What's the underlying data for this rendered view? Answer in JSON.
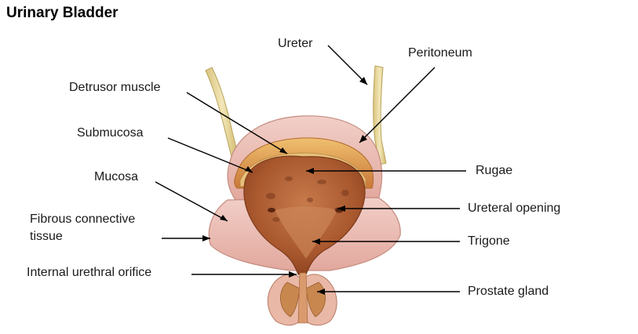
{
  "title": "Urinary Bladder",
  "labels": {
    "ureter": "Ureter",
    "peritoneum": "Peritoneum",
    "detrusor": "Detrusor muscle",
    "submucosa": "Submucosa",
    "mucosa": "Mucosa",
    "fibrous_line1": "Fibrous connective",
    "fibrous_line2": "tissue",
    "internal_urethral": "Internal urethral orifice",
    "rugae": "Rugae",
    "ureteral_opening": "Ureteral opening",
    "trigone": "Trigone",
    "prostate": "Prostate gland"
  },
  "colors": {
    "mucosa_fill": "#b8633a",
    "outer_wall": "#e8b9b0",
    "muscle": "#d9924f",
    "ureter": "#e9d9a0",
    "prostate": "#cc8a5a"
  }
}
